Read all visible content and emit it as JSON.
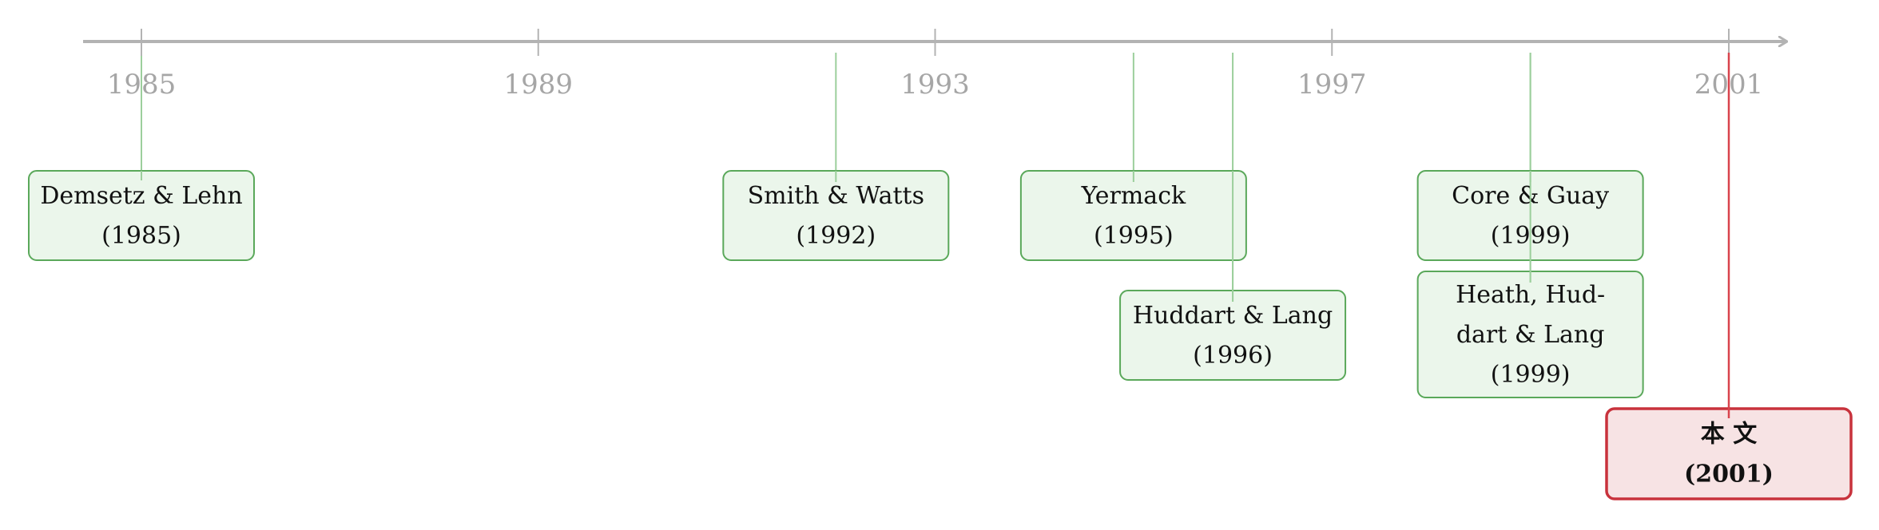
{
  "axis": {
    "ticks": [
      "1985",
      "1989",
      "1993",
      "1997",
      "2001"
    ],
    "axis_color": "#b3b3b3",
    "tick_label_color": "#a6a6a6"
  },
  "colors": {
    "literature_fill": "#e8f4e8",
    "literature_border": "#5aa85a",
    "literature_connector": "#9ccf9c",
    "current_fill": "#f7e3e4",
    "current_border": "#c8323c",
    "current_connector": "#d9434c"
  },
  "events": [
    {
      "lines": [
        "Demsetz & Lehn",
        "(1985)"
      ],
      "year": 1985,
      "kind": "literature"
    },
    {
      "lines": [
        "Smith & Watts",
        "(1992)"
      ],
      "year": 1992,
      "kind": "literature"
    },
    {
      "lines": [
        "Yermack",
        "(1995)"
      ],
      "year": 1995,
      "kind": "literature"
    },
    {
      "lines": [
        "Huddart & Lang",
        "(1996)"
      ],
      "year": 1996,
      "kind": "literature"
    },
    {
      "lines": [
        "Core & Guay",
        "(1999)"
      ],
      "year": 1999,
      "kind": "literature"
    },
    {
      "lines": [
        "Heath, Hud-",
        "dart & Lang",
        "(1999)"
      ],
      "year": 1999,
      "kind": "literature"
    },
    {
      "lines": [
        "本 文",
        "(2001)"
      ],
      "year": 2001,
      "kind": "current"
    }
  ]
}
